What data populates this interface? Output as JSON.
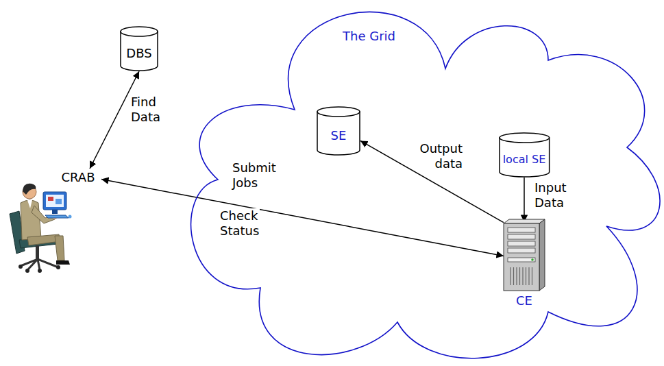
{
  "diagram": {
    "nodes": [
      {
        "text": [
          "DBS"
        ]
      },
      {
        "text": [
          "CRAB"
        ]
      },
      {
        "text": [
          "The Grid"
        ]
      },
      {
        "text": [
          "SE"
        ],
        "in": 2
      },
      {
        "text": [
          "local SE"
        ],
        "in": 2
      },
      {
        "text": [
          "CE"
        ],
        "in": 2
      }
    ],
    "edges": [
      {
        "from": 0,
        "to": 1,
        "arrow": "both",
        "label": "Find Data"
      },
      {
        "from": 1,
        "to": 5,
        "arrow": "both",
        "label": "Submit Jobs"
      },
      {
        "from": 5,
        "to": 3,
        "arrow": "to",
        "label": "Output data"
      },
      {
        "from": 4,
        "to": 5,
        "arrow": "to",
        "label": "Input Data"
      }
    ],
    "labels": [
      "Check Status"
    ]
  }
}
